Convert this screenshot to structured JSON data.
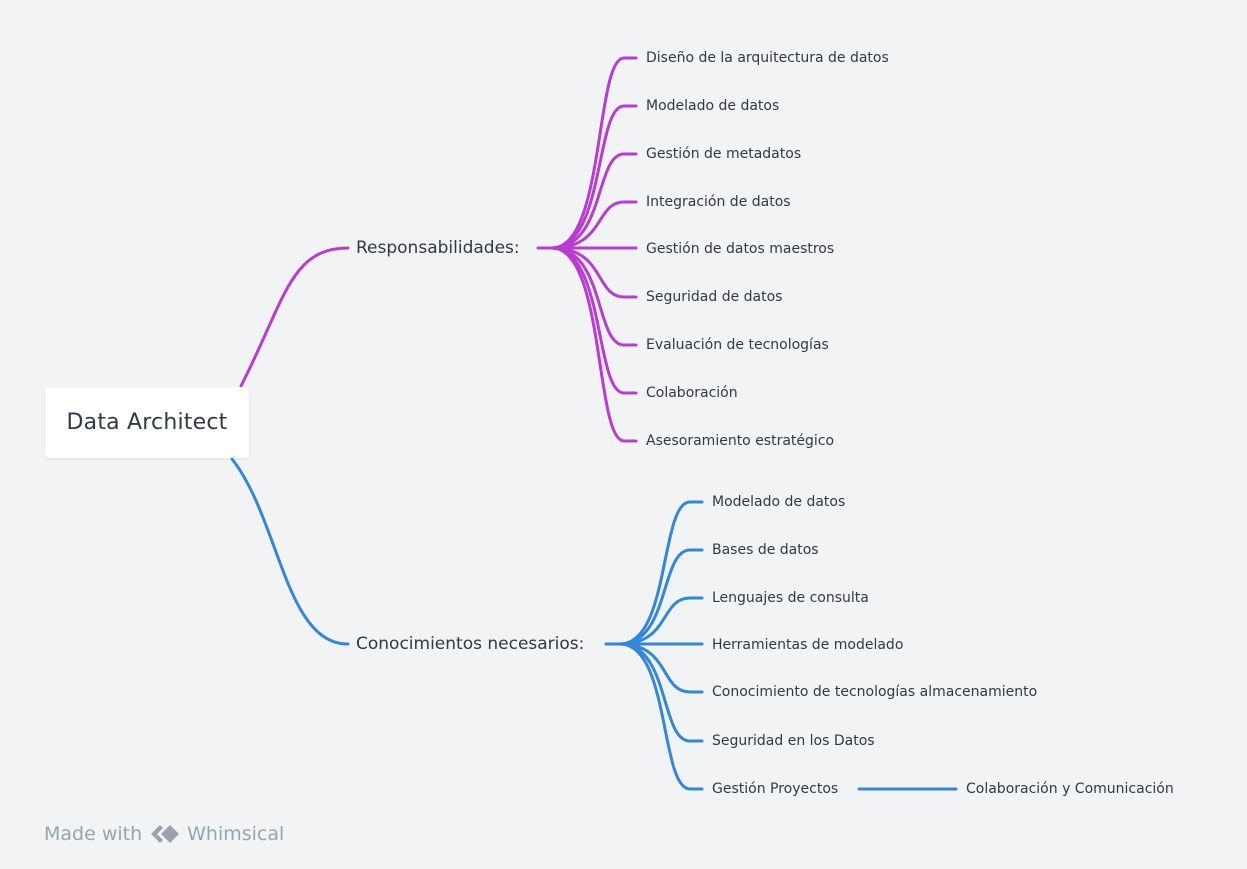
{
  "root": {
    "label": "Data Architect"
  },
  "colors": {
    "branch_1": "#b83cd0",
    "branch_2": "#3486d6",
    "text": "#2f3a45",
    "footer": "#9aa3ab"
  },
  "branches": [
    {
      "label": "Responsabilidades:",
      "children": [
        "Diseño de la arquitectura de datos",
        "Modelado de datos",
        "Gestión de metadatos",
        "Integración de datos",
        "Gestión de datos maestros",
        "Seguridad de datos",
        "Evaluación de tecnologías",
        "Colaboración",
        "Asesoramiento estratégico"
      ]
    },
    {
      "label": "Conocimientos necesarios:",
      "children": [
        "Modelado de datos",
        "Bases de datos",
        "Lenguajes de consulta",
        "Herramientas de modelado",
        "Conocimiento de tecnologías almacenamiento",
        "Seguridad en los Datos",
        "Gestión Proyectos"
      ],
      "grandchild": "Colaboración y Comunicación"
    }
  ],
  "footer": {
    "made_with": "Made with",
    "brand": "Whimsical",
    "logo_icon": "whimsical-logo-icon"
  }
}
